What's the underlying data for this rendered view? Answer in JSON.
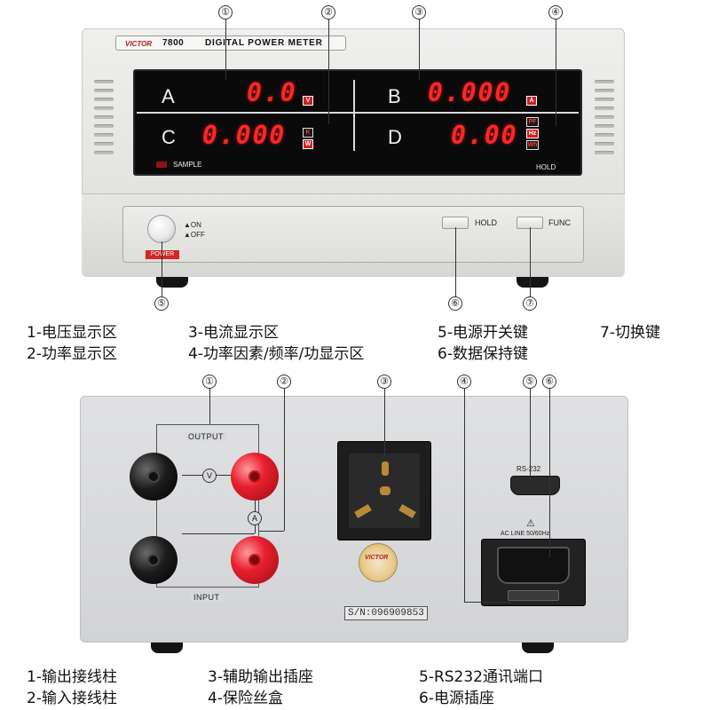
{
  "front": {
    "brand": "VICTOR",
    "model": "7800",
    "title": "DIGITAL POWER METER",
    "channels": {
      "a": {
        "label": "A",
        "reading": "0.0",
        "units": [
          "V"
        ]
      },
      "b": {
        "label": "B",
        "reading": "0.000",
        "units": [
          "A"
        ]
      },
      "c": {
        "label": "C",
        "reading": "0.000",
        "units": [
          "K",
          "W"
        ]
      },
      "d": {
        "label": "D",
        "reading": "0.00",
        "units": [
          "PF",
          "Hz",
          "Wh"
        ]
      }
    },
    "sample_label": "SAMPLE",
    "hold_indicator": "HOLD",
    "power_label": "POWER",
    "on_label": "ON",
    "off_label": "OFF",
    "hold_key": "HOLD",
    "func_key": "FUNC",
    "callouts": [
      "①",
      "②",
      "③",
      "④",
      "⑤",
      "⑥",
      "⑦"
    ]
  },
  "front_captions": {
    "c1": "1-电压显示区",
    "c2": "2-功率显示区",
    "c3": "3-电流显示区",
    "c4": "4-功率因素/频率/功显示区",
    "c5": "5-电源开关键",
    "c6": "6-数据保持键",
    "c7": "7-切换键"
  },
  "rear": {
    "output_label": "OUTPUT",
    "input_label": "INPUT",
    "voltmeter_symbol": "V",
    "ammeter_symbol": "A",
    "rs232_label": "RS-232",
    "warning_symbol": "⚠",
    "ac_line_label": "AC LINE 50/60Hz",
    "sticker_brand": "VICTOR",
    "serial": "S/N:096909853",
    "callouts": [
      "①",
      "②",
      "③",
      "④",
      "⑤",
      "⑥"
    ]
  },
  "rear_captions": {
    "c1": "1-输出接线柱",
    "c2": "2-输入接线柱",
    "c3": "3-辅助输出插座",
    "c4": "4-保险丝盒",
    "c5": "5-RS232通讯端口",
    "c6": "6-电源插座"
  },
  "colors": {
    "segment_red": "#ff2626",
    "power_red": "#d42626",
    "display_bg": "#0a0a0a"
  }
}
